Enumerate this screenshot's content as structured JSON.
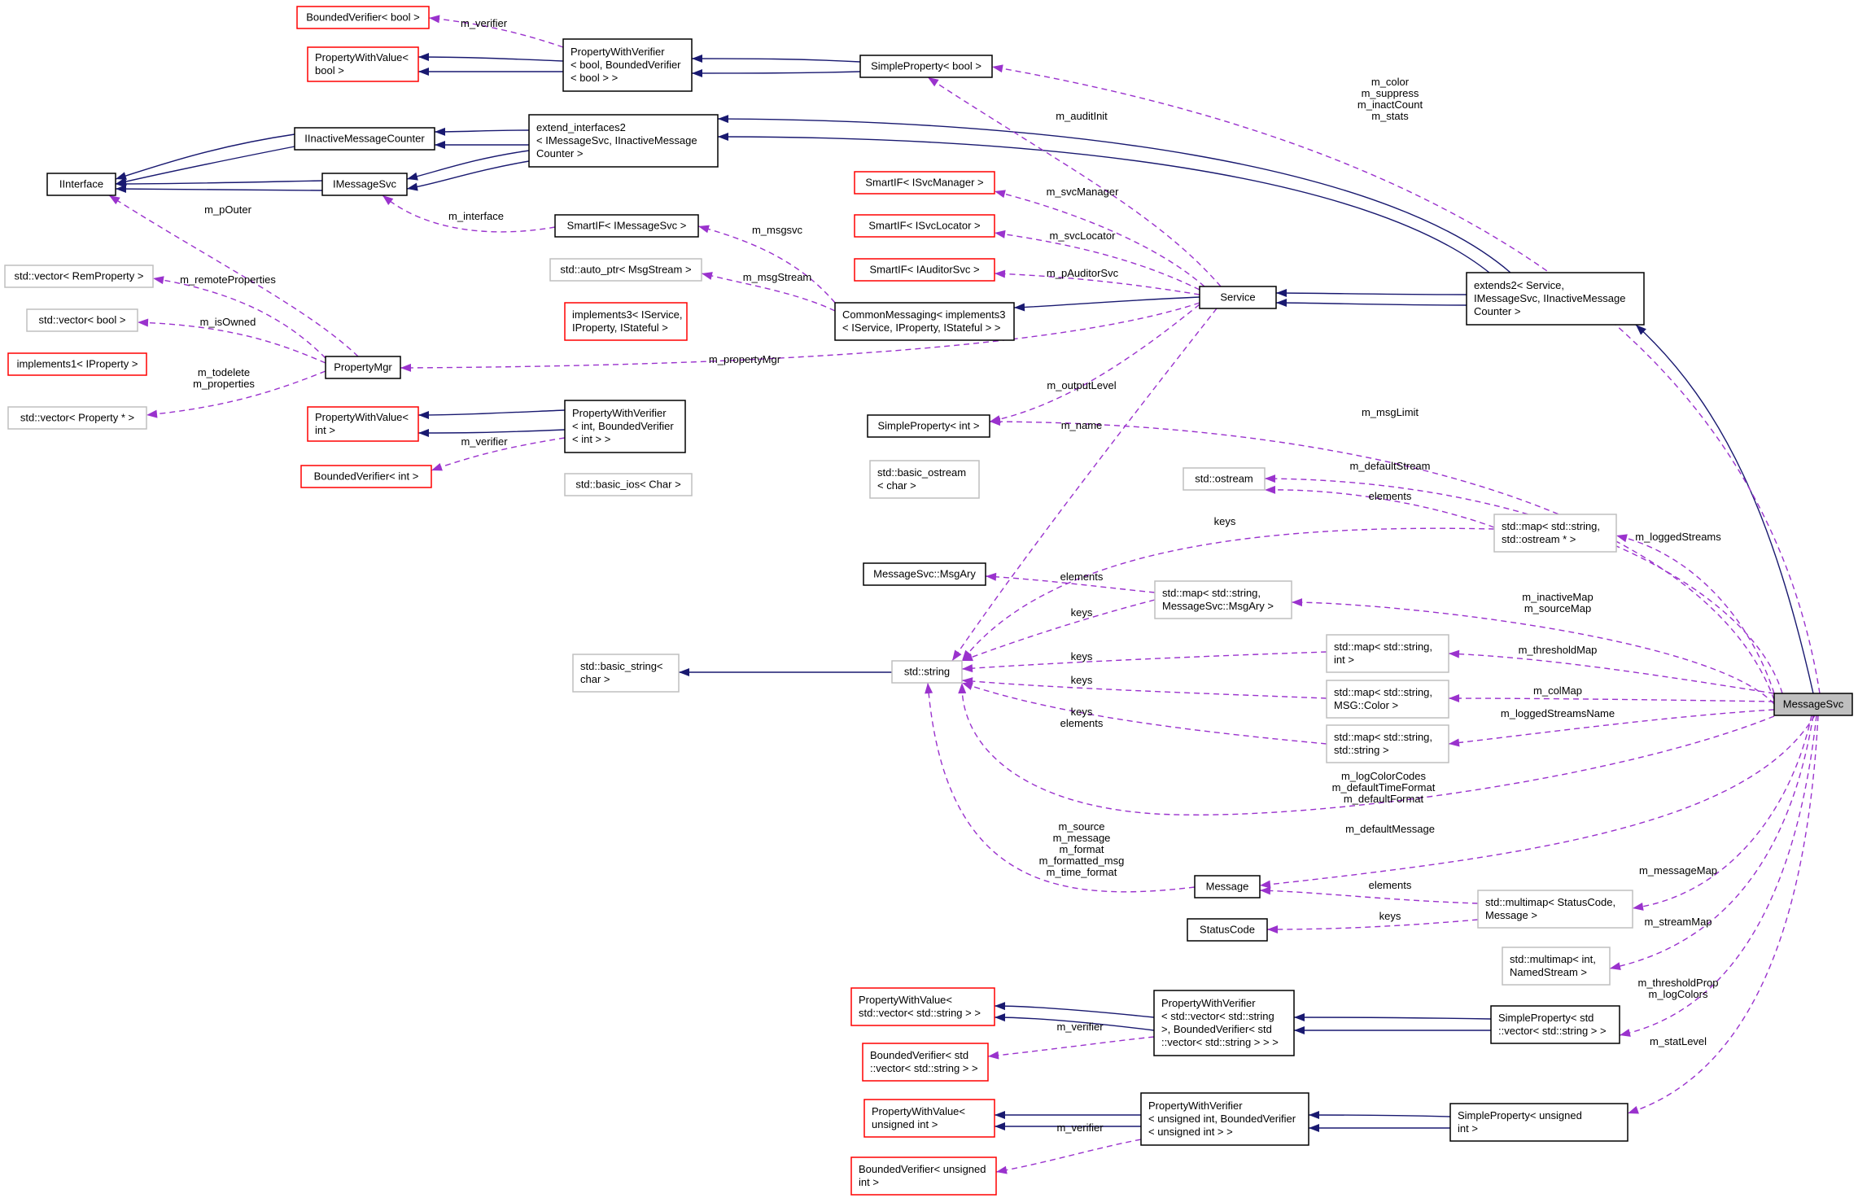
{
  "diagram": {
    "nodes": [
      {
        "id": "bvbool",
        "lines": [
          "BoundedVerifier< bool >"
        ],
        "kind": "red"
      },
      {
        "id": "pwvalbool",
        "lines": [
          "PropertyWithValue<",
          "bool >"
        ],
        "kind": "red"
      },
      {
        "id": "pwverbool",
        "lines": [
          "PropertyWithVerifier",
          "< bool, BoundedVerifier",
          "< bool > >"
        ],
        "kind": "black"
      },
      {
        "id": "spbool",
        "lines": [
          "SimpleProperty< bool >"
        ],
        "kind": "black"
      },
      {
        "id": "iinactive",
        "lines": [
          "IInactiveMessageCounter"
        ],
        "kind": "black"
      },
      {
        "id": "extif2",
        "lines": [
          "extend_interfaces2",
          "< IMessageSvc, IInactiveMessage",
          "Counter >"
        ],
        "kind": "black"
      },
      {
        "id": "iinterface",
        "lines": [
          "IInterface"
        ],
        "kind": "black"
      },
      {
        "id": "imsgsvc",
        "lines": [
          "IMessageSvc"
        ],
        "kind": "black"
      },
      {
        "id": "sifsvcmgr",
        "lines": [
          "SmartIF< ISvcManager >"
        ],
        "kind": "red"
      },
      {
        "id": "sifsvcloc",
        "lines": [
          "SmartIF< ISvcLocator >"
        ],
        "kind": "red"
      },
      {
        "id": "sifaudit",
        "lines": [
          "SmartIF< IAuditorSvc >"
        ],
        "kind": "red"
      },
      {
        "id": "sifmsgsvc",
        "lines": [
          "SmartIF< IMessageSvc >"
        ],
        "kind": "black"
      },
      {
        "id": "autoptr",
        "lines": [
          "std::auto_ptr< MsgStream >"
        ],
        "kind": "grey"
      },
      {
        "id": "vecremprop",
        "lines": [
          "std::vector< RemProperty >"
        ],
        "kind": "grey"
      },
      {
        "id": "vecbool",
        "lines": [
          "std::vector< bool >"
        ],
        "kind": "grey"
      },
      {
        "id": "impl1",
        "lines": [
          "implements1< IProperty >"
        ],
        "kind": "red"
      },
      {
        "id": "propmgr",
        "lines": [
          "PropertyMgr"
        ],
        "kind": "black"
      },
      {
        "id": "vecprop",
        "lines": [
          "std::vector< Property * >"
        ],
        "kind": "grey"
      },
      {
        "id": "impl3",
        "lines": [
          "implements3< IService,",
          "IProperty, IStateful >"
        ],
        "kind": "red"
      },
      {
        "id": "commsg",
        "lines": [
          "CommonMessaging< implements3",
          "< IService, IProperty, IStateful > >"
        ],
        "kind": "black"
      },
      {
        "id": "service",
        "lines": [
          "Service"
        ],
        "kind": "black"
      },
      {
        "id": "extends2",
        "lines": [
          "extends2< Service,",
          "IMessageSvc, IInactiveMessage",
          "Counter >"
        ],
        "kind": "black"
      },
      {
        "id": "pwvalint",
        "lines": [
          "PropertyWithValue<",
          "int >"
        ],
        "kind": "red"
      },
      {
        "id": "pwverint",
        "lines": [
          "PropertyWithVerifier",
          "< int, BoundedVerifier",
          "< int > >"
        ],
        "kind": "black"
      },
      {
        "id": "spint",
        "lines": [
          "SimpleProperty< int >"
        ],
        "kind": "black"
      },
      {
        "id": "bvint",
        "lines": [
          "BoundedVerifier< int >"
        ],
        "kind": "red"
      },
      {
        "id": "basicios",
        "lines": [
          "std::basic_ios< Char >"
        ],
        "kind": "grey"
      },
      {
        "id": "basicostream",
        "lines": [
          "std::basic_ostream",
          "< char >"
        ],
        "kind": "grey"
      },
      {
        "id": "ostream",
        "lines": [
          "std::ostream"
        ],
        "kind": "grey"
      },
      {
        "id": "mapostream",
        "lines": [
          "std::map< std::string,",
          "std::ostream * >"
        ],
        "kind": "grey"
      },
      {
        "id": "msgary",
        "lines": [
          "MessageSvc::MsgAry"
        ],
        "kind": "black"
      },
      {
        "id": "mapmsgary",
        "lines": [
          "std::map< std::string,",
          "MessageSvc::MsgAry >"
        ],
        "kind": "grey"
      },
      {
        "id": "basicstring",
        "lines": [
          "std::basic_string<",
          "char >"
        ],
        "kind": "grey"
      },
      {
        "id": "stdstring",
        "lines": [
          "std::string"
        ],
        "kind": "grey"
      },
      {
        "id": "mapint",
        "lines": [
          "std::map< std::string,",
          "int >"
        ],
        "kind": "grey"
      },
      {
        "id": "mapcolor",
        "lines": [
          "std::map< std::string,",
          "MSG::Color >"
        ],
        "kind": "grey"
      },
      {
        "id": "mapstring",
        "lines": [
          "std::map< std::string,",
          "std::string >"
        ],
        "kind": "grey"
      },
      {
        "id": "messagesvc",
        "lines": [
          "MessageSvc"
        ],
        "kind": "focus"
      },
      {
        "id": "message",
        "lines": [
          "Message"
        ],
        "kind": "black"
      },
      {
        "id": "multimapsc",
        "lines": [
          "std::multimap< StatusCode,",
          "Message >"
        ],
        "kind": "grey"
      },
      {
        "id": "statuscode",
        "lines": [
          "StatusCode"
        ],
        "kind": "black"
      },
      {
        "id": "multimapns",
        "lines": [
          "std::multimap< int,",
          "NamedStream >"
        ],
        "kind": "grey"
      },
      {
        "id": "pwvalvec",
        "lines": [
          "PropertyWithValue<",
          "std::vector< std::string > >"
        ],
        "kind": "red"
      },
      {
        "id": "pwvervec",
        "lines": [
          "PropertyWithVerifier",
          "< std::vector< std::string",
          ">, BoundedVerifier< std",
          "::vector< std::string > > >"
        ],
        "kind": "black"
      },
      {
        "id": "spvec",
        "lines": [
          "SimpleProperty< std",
          "::vector< std::string > >"
        ],
        "kind": "black"
      },
      {
        "id": "bvvec",
        "lines": [
          "BoundedVerifier< std",
          "::vector< std::string > >"
        ],
        "kind": "red"
      },
      {
        "id": "pwvaluint",
        "lines": [
          "PropertyWithValue<",
          "unsigned int >"
        ],
        "kind": "red"
      },
      {
        "id": "pweruint",
        "lines": [
          "PropertyWithVerifier",
          "< unsigned int, BoundedVerifier",
          "< unsigned int > >"
        ],
        "kind": "black"
      },
      {
        "id": "spuint",
        "lines": [
          "SimpleProperty< unsigned",
          "int >"
        ],
        "kind": "black"
      },
      {
        "id": "bvuint",
        "lines": [
          "BoundedVerifier< unsigned",
          "int >"
        ],
        "kind": "red"
      }
    ],
    "edges": [
      {
        "id": "e1",
        "type": "use",
        "label": [
          "m_verifier"
        ]
      },
      {
        "id": "e2",
        "type": "inherit",
        "label": []
      },
      {
        "id": "e3",
        "type": "inherit",
        "label": []
      },
      {
        "id": "e4",
        "type": "inherit",
        "label": []
      },
      {
        "id": "e5",
        "type": "inherit",
        "label": []
      },
      {
        "id": "e6",
        "type": "inherit",
        "label": []
      },
      {
        "id": "e7",
        "type": "inherit",
        "label": []
      },
      {
        "id": "e8",
        "type": "inherit",
        "label": []
      },
      {
        "id": "e9",
        "type": "inherit",
        "label": []
      },
      {
        "id": "e10",
        "type": "inherit",
        "label": []
      },
      {
        "id": "e11",
        "type": "inherit",
        "label": []
      },
      {
        "id": "e12",
        "type": "inherit",
        "label": []
      },
      {
        "id": "e13",
        "type": "inherit",
        "label": []
      },
      {
        "id": "e14",
        "type": "inherit",
        "label": []
      },
      {
        "id": "e15",
        "type": "inherit",
        "label": []
      },
      {
        "id": "e16",
        "type": "inherit",
        "label": []
      },
      {
        "id": "e17",
        "type": "inherit",
        "label": []
      },
      {
        "id": "e18",
        "type": "inherit",
        "label": []
      },
      {
        "id": "e19",
        "type": "inherit",
        "label": []
      },
      {
        "id": "e20",
        "type": "use",
        "label": [
          "m_interface"
        ]
      },
      {
        "id": "e21",
        "type": "use",
        "label": [
          "m_pOuter"
        ]
      },
      {
        "id": "e22",
        "type": "use",
        "label": [
          "m_color",
          "m_suppress",
          "m_inactCount",
          "m_stats"
        ]
      },
      {
        "id": "e23",
        "type": "use",
        "label": [
          "m_auditInit"
        ]
      },
      {
        "id": "e24",
        "type": "use",
        "label": [
          "m_svcManager"
        ]
      },
      {
        "id": "e25",
        "type": "use",
        "label": [
          "m_svcLocator"
        ]
      },
      {
        "id": "e26",
        "type": "use",
        "label": [
          "m_pAuditorSvc"
        ]
      },
      {
        "id": "e27",
        "type": "use",
        "label": [
          "m_msgsvc"
        ]
      },
      {
        "id": "e28",
        "type": "use",
        "label": [
          "m_msgStream"
        ]
      },
      {
        "id": "e29",
        "type": "use",
        "label": [
          "m_remoteProperties"
        ]
      },
      {
        "id": "e30",
        "type": "use",
        "label": [
          "m_isOwned"
        ]
      },
      {
        "id": "e31",
        "type": "use",
        "label": [
          "m_todelete",
          "m_properties"
        ]
      },
      {
        "id": "e32",
        "type": "use",
        "label": [
          "m_propertyMgr"
        ]
      },
      {
        "id": "e33",
        "type": "use",
        "label": [
          "m_verifier"
        ]
      },
      {
        "id": "e34",
        "type": "use",
        "label": [
          "m_outputLevel"
        ]
      },
      {
        "id": "e35",
        "type": "use",
        "label": [
          "m_msgLimit"
        ]
      },
      {
        "id": "e36",
        "type": "use",
        "label": [
          "m_name"
        ]
      },
      {
        "id": "e37",
        "type": "inherit",
        "label": []
      },
      {
        "id": "e38",
        "type": "inherit",
        "label": []
      },
      {
        "id": "e39",
        "type": "use",
        "label": [
          "m_defaultStream"
        ]
      },
      {
        "id": "e40",
        "type": "use",
        "label": [
          "elements"
        ]
      },
      {
        "id": "e41",
        "type": "use",
        "label": [
          "keys"
        ]
      },
      {
        "id": "e42",
        "type": "use",
        "label": [
          "m_loggedStreams"
        ]
      },
      {
        "id": "e43",
        "type": "use",
        "label": [
          "elements"
        ]
      },
      {
        "id": "e44",
        "type": "use",
        "label": [
          "keys"
        ]
      },
      {
        "id": "e45",
        "type": "use",
        "label": [
          "m_inactiveMap",
          "m_sourceMap"
        ]
      },
      {
        "id": "e46",
        "type": "inherit",
        "label": []
      },
      {
        "id": "e47",
        "type": "use",
        "label": [
          "keys"
        ]
      },
      {
        "id": "e48",
        "type": "use",
        "label": [
          "m_thresholdMap"
        ]
      },
      {
        "id": "e49",
        "type": "use",
        "label": [
          "keys"
        ]
      },
      {
        "id": "e50",
        "type": "use",
        "label": [
          "m_colMap"
        ]
      },
      {
        "id": "e51",
        "type": "use",
        "label": [
          "keys",
          "elements"
        ]
      },
      {
        "id": "e52",
        "type": "use",
        "label": [
          "m_loggedStreamsName"
        ]
      },
      {
        "id": "e53",
        "type": "use",
        "label": [
          "m_logColorCodes",
          "m_defaultTimeFormat",
          "m_defaultFormat"
        ]
      },
      {
        "id": "e54",
        "type": "use",
        "label": [
          "m_source",
          "m_message",
          "m_format",
          "m_formatted_msg",
          "m_time_format"
        ]
      },
      {
        "id": "e55",
        "type": "use",
        "label": [
          "m_defaultMessage"
        ]
      },
      {
        "id": "e56",
        "type": "use",
        "label": [
          "elements"
        ]
      },
      {
        "id": "e57",
        "type": "use",
        "label": [
          "keys"
        ]
      },
      {
        "id": "e58",
        "type": "use",
        "label": [
          "m_messageMap"
        ]
      },
      {
        "id": "e59",
        "type": "use",
        "label": [
          "m_streamMap"
        ]
      },
      {
        "id": "e60",
        "type": "inherit",
        "label": []
      },
      {
        "id": "e61",
        "type": "inherit",
        "label": []
      },
      {
        "id": "e62",
        "type": "inherit",
        "label": []
      },
      {
        "id": "e63",
        "type": "inherit",
        "label": []
      },
      {
        "id": "e64",
        "type": "use",
        "label": [
          "m_verifier"
        ]
      },
      {
        "id": "e65",
        "type": "use",
        "label": [
          "m_thresholdProp",
          "m_logColors"
        ]
      },
      {
        "id": "e66",
        "type": "inherit",
        "label": []
      },
      {
        "id": "e67",
        "type": "inherit",
        "label": []
      },
      {
        "id": "e68",
        "type": "inherit",
        "label": []
      },
      {
        "id": "e69",
        "type": "inherit",
        "label": []
      },
      {
        "id": "e70",
        "type": "use",
        "label": [
          "m_verifier"
        ]
      },
      {
        "id": "e71",
        "type": "use",
        "label": [
          "m_statLevel"
        ]
      }
    ]
  }
}
